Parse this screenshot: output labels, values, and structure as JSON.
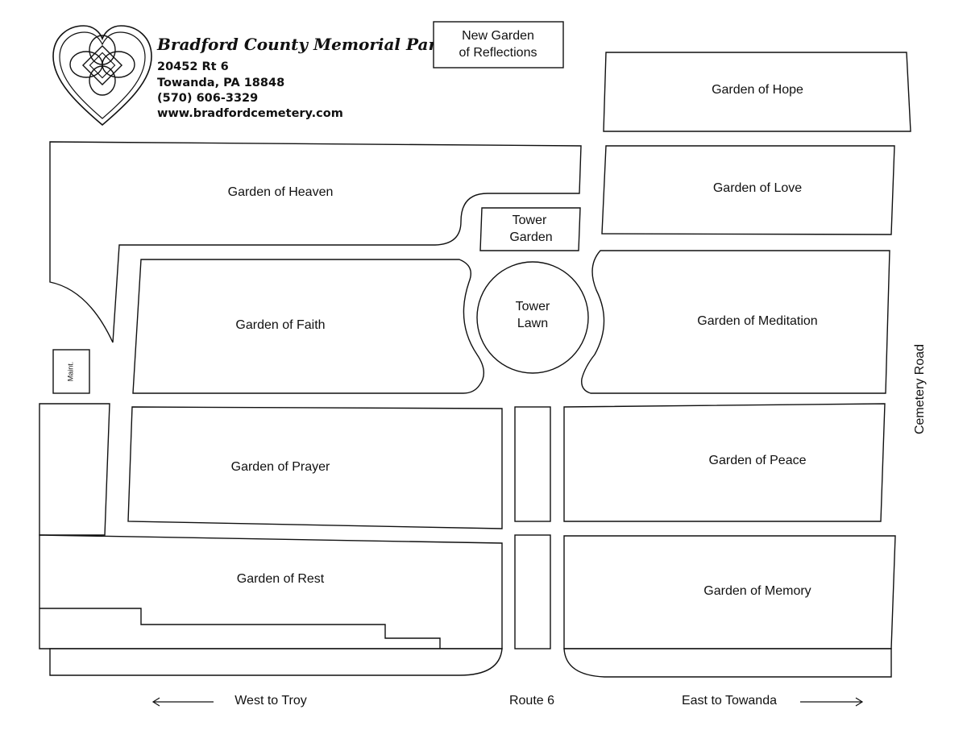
{
  "header": {
    "park_name": "Bradford County Memorial Park",
    "address_line1": "20452 Rt 6",
    "address_line2": "Towanda, PA 18848",
    "phone": "(570) 606-3329",
    "website": "www.bradfordcemetery.com",
    "logo_icon": "celtic-knot-heart-icon"
  },
  "sections": {
    "new_garden": [
      "New Garden",
      "of Reflections"
    ],
    "hope": "Garden of Hope",
    "heaven": "Garden of Heaven",
    "love": "Garden of Love",
    "tower_garden": [
      "Tower",
      "Garden"
    ],
    "tower_lawn": [
      "Tower",
      "Lawn"
    ],
    "faith": "Garden of Faith",
    "meditation": "Garden of Meditation",
    "maint": "Maint.",
    "prayer": "Garden of Prayer",
    "peace": "Garden of Peace",
    "rest": "Garden of Rest",
    "memory": "Garden of Memory"
  },
  "roads": {
    "cemetery_road": "Cemetery Road",
    "route": "Route 6",
    "west": "West to Troy",
    "east": "East to Towanda"
  }
}
